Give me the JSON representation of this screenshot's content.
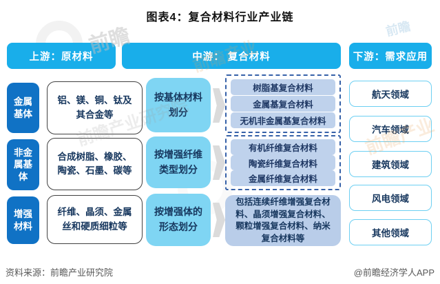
{
  "title": "图表4：复合材料行业产业链",
  "headers": {
    "upstream": "上游：原材料",
    "midstream": "中游： 复合材料",
    "downstream": "下游：需求应用"
  },
  "upstream": {
    "rows": [
      {
        "category": "金属基体",
        "materials": "铝、镁、铜、钛及其合金等"
      },
      {
        "category": "非金属基体",
        "materials": "合成树脂、橡胶、陶瓷、石墨、碳等"
      },
      {
        "category": "增强材料",
        "materials": "纤维、晶须、金属丝和硬质细粒等"
      }
    ]
  },
  "midstream": {
    "classifications": [
      {
        "label": "按基体材料划分",
        "items": [
          "树脂基复合材料",
          "金属基复合材料",
          "无机非金属基复合材料"
        ]
      },
      {
        "label": "按增强纤维类型划分",
        "items": [
          "有机纤维复合材料",
          "陶瓷纤维复合材料",
          "金属纤维复合材料"
        ]
      },
      {
        "label": "按增强体的形态划分",
        "note": "包括连续纤维增强复合材料、晶须增强复合材料、颗粒增强复合材料、纳米复合材料等"
      }
    ]
  },
  "downstream": {
    "fields": [
      "航天领域",
      "汽车领域",
      "建筑领域",
      "风电领域",
      "其他领域"
    ]
  },
  "footer": {
    "source": "资料来源：前瞻产业研究院",
    "brand": "@前瞻经济学人APP"
  },
  "watermarks": {
    "brand_short": "前瞻",
    "institute": "前瞻产业研究院",
    "industry": "前瞻产业"
  },
  "colors": {
    "header_blue": "#19AEEA",
    "dark_blue": "#1072C5",
    "light_cyan": "#7FD5F3",
    "periwinkle": "#BFD2EC",
    "note_blue": "#B9CDE9",
    "dashed_border": "#3560A8",
    "navy_text": "#17375E",
    "footer_gray": "#595959"
  }
}
